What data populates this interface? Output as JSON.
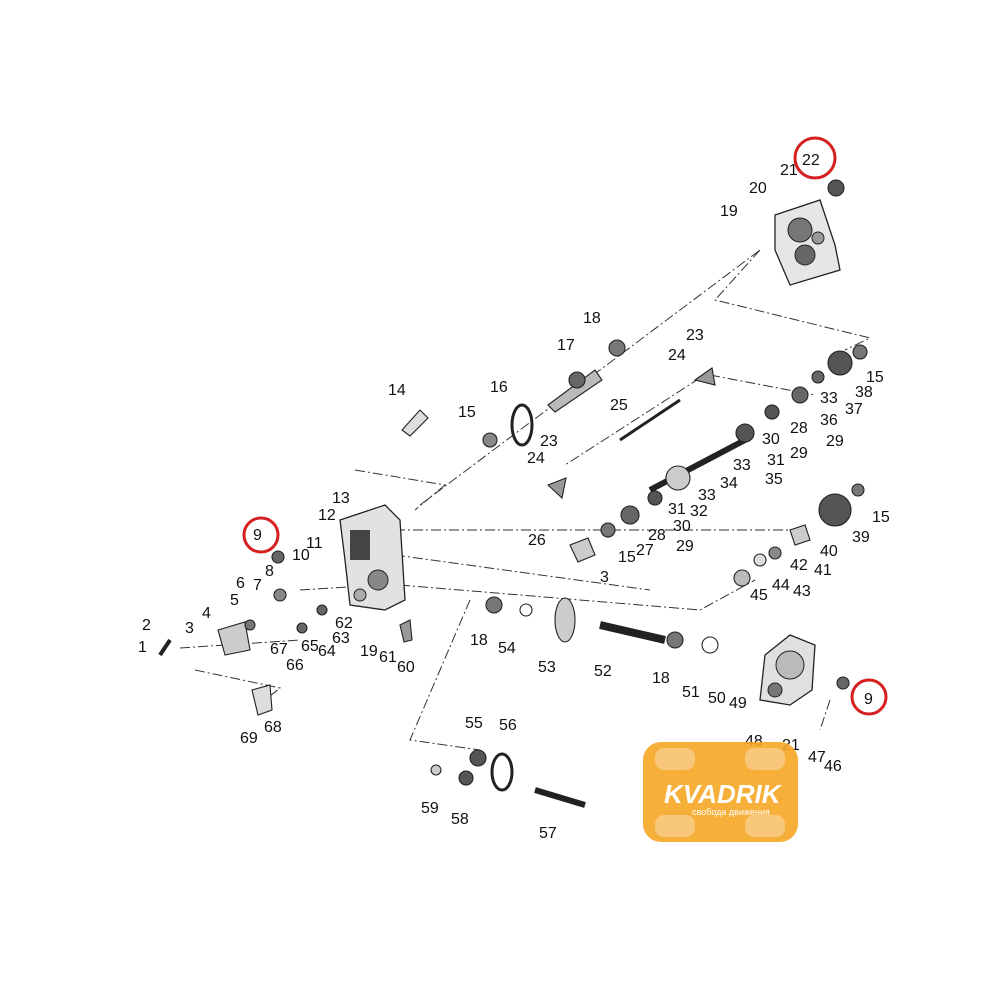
{
  "diagram": {
    "callouts": [
      {
        "id": "c1",
        "text": "1"
      },
      {
        "id": "c2",
        "text": "2"
      },
      {
        "id": "c3a",
        "text": "3"
      },
      {
        "id": "c4",
        "text": "4"
      },
      {
        "id": "c5",
        "text": "5"
      },
      {
        "id": "c6",
        "text": "6"
      },
      {
        "id": "c7",
        "text": "7"
      },
      {
        "id": "c8",
        "text": "8"
      },
      {
        "id": "c9a",
        "text": "9"
      },
      {
        "id": "c10",
        "text": "10"
      },
      {
        "id": "c11",
        "text": "11"
      },
      {
        "id": "c12",
        "text": "12"
      },
      {
        "id": "c13",
        "text": "13"
      },
      {
        "id": "c14",
        "text": "14"
      },
      {
        "id": "c15a",
        "text": "15"
      },
      {
        "id": "c16",
        "text": "16"
      },
      {
        "id": "c17",
        "text": "17"
      },
      {
        "id": "c18a",
        "text": "18"
      },
      {
        "id": "c19a",
        "text": "19"
      },
      {
        "id": "c20",
        "text": "20"
      },
      {
        "id": "c21a",
        "text": "21"
      },
      {
        "id": "c22",
        "text": "22"
      },
      {
        "id": "c23a",
        "text": "23"
      },
      {
        "id": "c24a",
        "text": "24"
      },
      {
        "id": "c23b",
        "text": "23"
      },
      {
        "id": "c24b",
        "text": "24"
      },
      {
        "id": "c25",
        "text": "25"
      },
      {
        "id": "c15b",
        "text": "15"
      },
      {
        "id": "c38",
        "text": "38"
      },
      {
        "id": "c33a",
        "text": "33"
      },
      {
        "id": "c37",
        "text": "37"
      },
      {
        "id": "c36",
        "text": "36"
      },
      {
        "id": "c28a",
        "text": "28"
      },
      {
        "id": "c29a",
        "text": "29"
      },
      {
        "id": "c30a",
        "text": "30"
      },
      {
        "id": "c29b",
        "text": "29"
      },
      {
        "id": "c33b",
        "text": "33"
      },
      {
        "id": "c31a",
        "text": "31"
      },
      {
        "id": "c35",
        "text": "35"
      },
      {
        "id": "c34",
        "text": "34"
      },
      {
        "id": "c33c",
        "text": "33"
      },
      {
        "id": "c32",
        "text": "32"
      },
      {
        "id": "c31b",
        "text": "31"
      },
      {
        "id": "c30b",
        "text": "30"
      },
      {
        "id": "c28b",
        "text": "28"
      },
      {
        "id": "c29c",
        "text": "29"
      },
      {
        "id": "c27",
        "text": "27"
      },
      {
        "id": "c26",
        "text": "26"
      },
      {
        "id": "c15c",
        "text": "15"
      },
      {
        "id": "c3b",
        "text": "3"
      },
      {
        "id": "c15d",
        "text": "15"
      },
      {
        "id": "c39",
        "text": "39"
      },
      {
        "id": "c40",
        "text": "40"
      },
      {
        "id": "c41",
        "text": "41"
      },
      {
        "id": "c42",
        "text": "42"
      },
      {
        "id": "c44",
        "text": "44"
      },
      {
        "id": "c43",
        "text": "43"
      },
      {
        "id": "c45",
        "text": "45"
      },
      {
        "id": "c18b",
        "text": "18"
      },
      {
        "id": "c54",
        "text": "54"
      },
      {
        "id": "c53",
        "text": "53"
      },
      {
        "id": "c52",
        "text": "52"
      },
      {
        "id": "c18c",
        "text": "18"
      },
      {
        "id": "c51",
        "text": "51"
      },
      {
        "id": "c50",
        "text": "50"
      },
      {
        "id": "c49",
        "text": "49"
      },
      {
        "id": "c9b",
        "text": "9"
      },
      {
        "id": "c48",
        "text": "48"
      },
      {
        "id": "c21b",
        "text": "21"
      },
      {
        "id": "c47",
        "text": "47"
      },
      {
        "id": "c46",
        "text": "46"
      },
      {
        "id": "c55",
        "text": "55"
      },
      {
        "id": "c56",
        "text": "56"
      },
      {
        "id": "c59",
        "text": "59"
      },
      {
        "id": "c58",
        "text": "58"
      },
      {
        "id": "c57",
        "text": "57"
      },
      {
        "id": "c62",
        "text": "62"
      },
      {
        "id": "c63",
        "text": "63"
      },
      {
        "id": "c65",
        "text": "65"
      },
      {
        "id": "c64",
        "text": "64"
      },
      {
        "id": "c66",
        "text": "66"
      },
      {
        "id": "c67",
        "text": "67"
      },
      {
        "id": "c19b",
        "text": "19"
      },
      {
        "id": "c61",
        "text": "61"
      },
      {
        "id": "c60",
        "text": "60"
      },
      {
        "id": "c68",
        "text": "68"
      },
      {
        "id": "c69",
        "text": "69"
      }
    ],
    "highlight_color": "#d42020",
    "highlighted": [
      "22",
      "9",
      "9"
    ]
  },
  "logo": {
    "word": "KVADRIK",
    "tagline": "свобода движения",
    "color": "#f5a623"
  }
}
